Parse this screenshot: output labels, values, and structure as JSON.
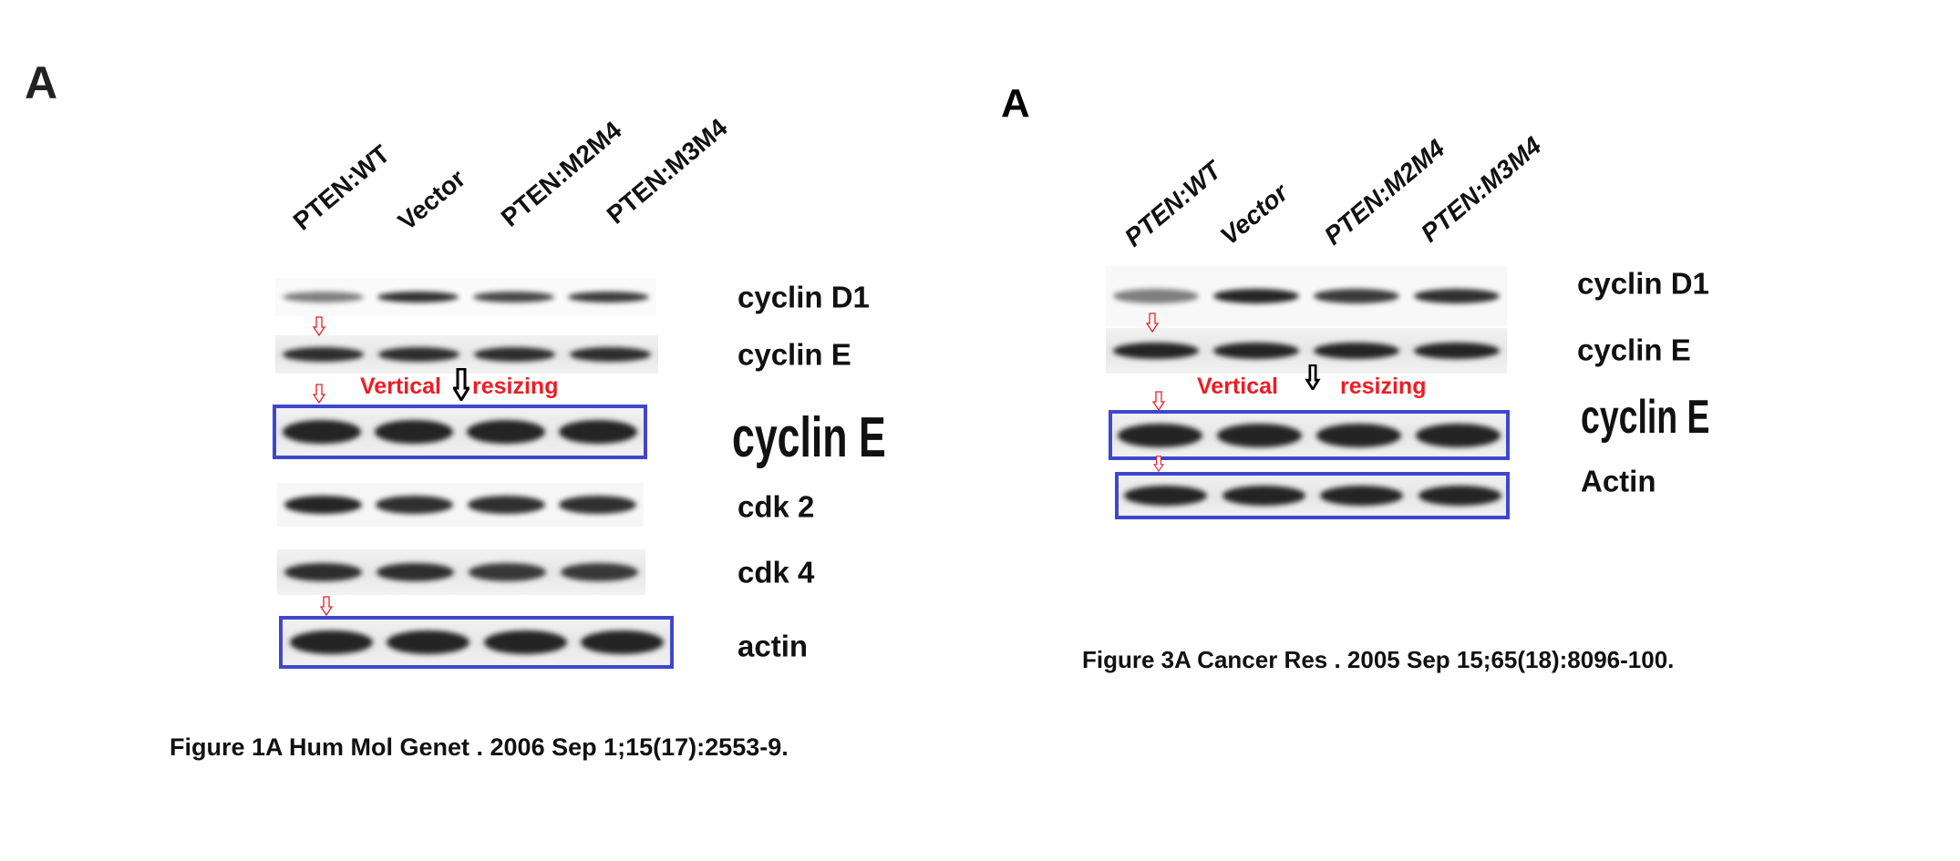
{
  "left": {
    "panel_letter": "A",
    "lanes": [
      "PTEN:WT",
      "Vector",
      "PTEN:M2M4",
      "PTEN:M3M4"
    ],
    "blots": [
      "cyclin D1",
      "cyclin E",
      "cyclin E",
      "cdk 2",
      "cdk 4",
      "actin"
    ],
    "annotation": {
      "left": "Vertical",
      "right": "resizing"
    },
    "caption": "Figure 1A Hum Mol Genet . 2006 Sep 1;15(17):2553-9."
  },
  "right": {
    "panel_letter": "A",
    "lanes": [
      "PTEN:WT",
      "Vector",
      "PTEN:M2M4",
      "PTEN:M3M4"
    ],
    "blots": [
      "cyclin D1",
      "cyclin E",
      "cyclin E",
      "Actin"
    ],
    "annotation": {
      "left": "Vertical",
      "right": "resizing"
    },
    "caption": "Figure 3A Cancer Res . 2005 Sep 15;65(18):8096-100."
  },
  "colors": {
    "highlight_box": "#3f48cc",
    "annotation_red": "#ee1c24"
  }
}
